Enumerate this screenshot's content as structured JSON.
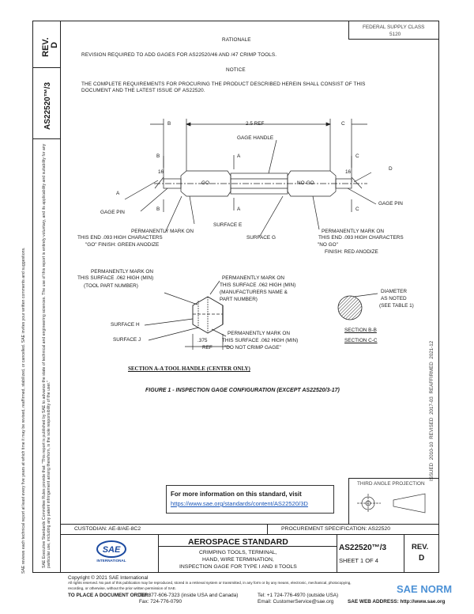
{
  "header": {
    "rev_label": "REV.",
    "rev_value": "D",
    "doc_id_vertical": "AS22520™/3",
    "hdr_right_line1": "FEDERAL SUPPLY CLASS",
    "hdr_right_line2": "5120"
  },
  "body": {
    "rationale_heading": "RATIONALE",
    "rationale_text": "REVISION REQUIRED TO ADD GAGES FOR AS22520/46 AND /47 CRIMP TOOLS.",
    "notice_heading": "NOTICE",
    "notice_line1": "THE COMPLETE REQUIREMENTS FOR PROCURING THE PRODUCT DESCRIBED HEREIN SHALL CONSIST OF THIS",
    "notice_line2": "DOCUMENT AND THE LATEST ISSUE OF AS22520."
  },
  "drawing": {
    "dim_25ref": "2.5 REF",
    "b": "B",
    "c": "C",
    "a": "A",
    "d": "D",
    "sixteen": "16",
    "gage_handle": "GAGE HANDLE",
    "go": "GO",
    "nogo": "NO-GO",
    "gage_pin_left": "GAGE PIN",
    "gage_pin_right": "GAGE PIN",
    "surface_e": "SURFACE E",
    "surface_g": "SURFACE G",
    "left_mark1": "PERMANENTLY MARK ON",
    "left_mark2": "THIS END .093 HIGH CHARACTERS",
    "left_mark3": "\"GO\" FINISH: GREEN ANODIZE",
    "right_mark1": "PERMANENTLY MARK ON",
    "right_mark2": "THIS END .093 HIGH CHARACTERS",
    "right_mark3": "\"NO GO\"",
    "right_mark4": "FINISH: RED ANODIZE",
    "tool_mark1": "PERMANENTLY MARK ON",
    "tool_mark2": "THIS SURFACE .062 HIGH (MIN)",
    "tool_mark3": "(TOOL PART NUMBER)",
    "mfr_mark1": "PERMANENTLY MARK ON",
    "mfr_mark2": "THIS SURFACE .062 HIGH (MIN)",
    "mfr_mark3": "(MANUFACTURERS NAME &",
    "mfr_mark4": "PART NUMBER)",
    "surface_h": "SURFACE H",
    "surface_j": "SURFACE J",
    "dim_375": ".375",
    "ref": "REF",
    "crimp_mark1": "PERMANENTLY MARK ON",
    "crimp_mark2": "THIS SURFACE .062 HIGH (MIN)",
    "crimp_mark3": "\"DO NOT CRIMP GAGE\"",
    "diameter1": "DIAMETER",
    "diameter2": "AS NOTED",
    "diameter3": "(SEE TABLE 1)",
    "section_bb": "SECTION B-B",
    "section_cc": "SECTION C-C",
    "section_aa": "SECTION A-A TOOL HANDLE (CENTER ONLY)",
    "figure_caption": "FIGURE 1 - INSPECTION GAGE CONFIGURATION (EXCEPT AS22520/3-17)"
  },
  "dates_vertical": "ISSUED 2010-10    REVISED 2017-03    REAFFIRMED 2021-12",
  "info_box": {
    "line1": "For more information on this standard, visit",
    "link": "https://www.sae.org/standards/content/AS22520/3D"
  },
  "projection": {
    "label": "THIRD ANGLE PROJECTION"
  },
  "title_block": {
    "custodian": "CUSTODIAN: AE-8/AE-8C2",
    "procurement": "PROCUREMENT SPECIFICATION: AS22520",
    "standard_type": "AEROSPACE STANDARD",
    "title_line1": "CRIMPING TOOLS, TERMINAL,",
    "title_line2": "HAND, WIRE TERMINATION,",
    "title_line3": "INSPECTION GAGE FOR TYPE I AND II TOOLS",
    "doc_number": "AS22520™/3",
    "sheet": "SHEET 1 OF 4",
    "rev_label": "REV.",
    "rev_value": "D",
    "logo_text": "SAE",
    "logo_sub": "INTERNATIONAL"
  },
  "footer": {
    "copyright": "Copyright © 2021 SAE International",
    "rights1": "All rights reserved. No part of this publication may be reproduced, stored in a retrieval system or transmitted, in any form or by any means, electronic, mechanical, photocopying,",
    "rights2": "recording, or otherwise, without the prior written permission of SAE.",
    "order_label": "TO PLACE A DOCUMENT ORDER:",
    "tel1": "Tel: 877-606-7323 (inside USA and Canada)",
    "fax": "Fax: 724-776-0790",
    "tel2": "Tel: +1 724-776-4970 (outside USA)",
    "email": "Email: CustomerService@sae.org",
    "web": "SAE WEB ADDRESS: http://www.sae.org",
    "watermark": "SAE NORM"
  },
  "sidebar_legal1": "SAE Executive Standards Committee Rules provide that: \"This report is published by SAE to advance the state of technical and engineering sciences. The use of this report is entirely voluntary, and its applicability and suitability for any particular use, including any patent infringement arising therefrom, is the sole responsibility of the user.\"",
  "sidebar_legal2": "SAE reviews each technical report at least every five years at which time it may be revised, reaffirmed, stabilized, or cancelled. SAE invites your written comments and suggestions."
}
